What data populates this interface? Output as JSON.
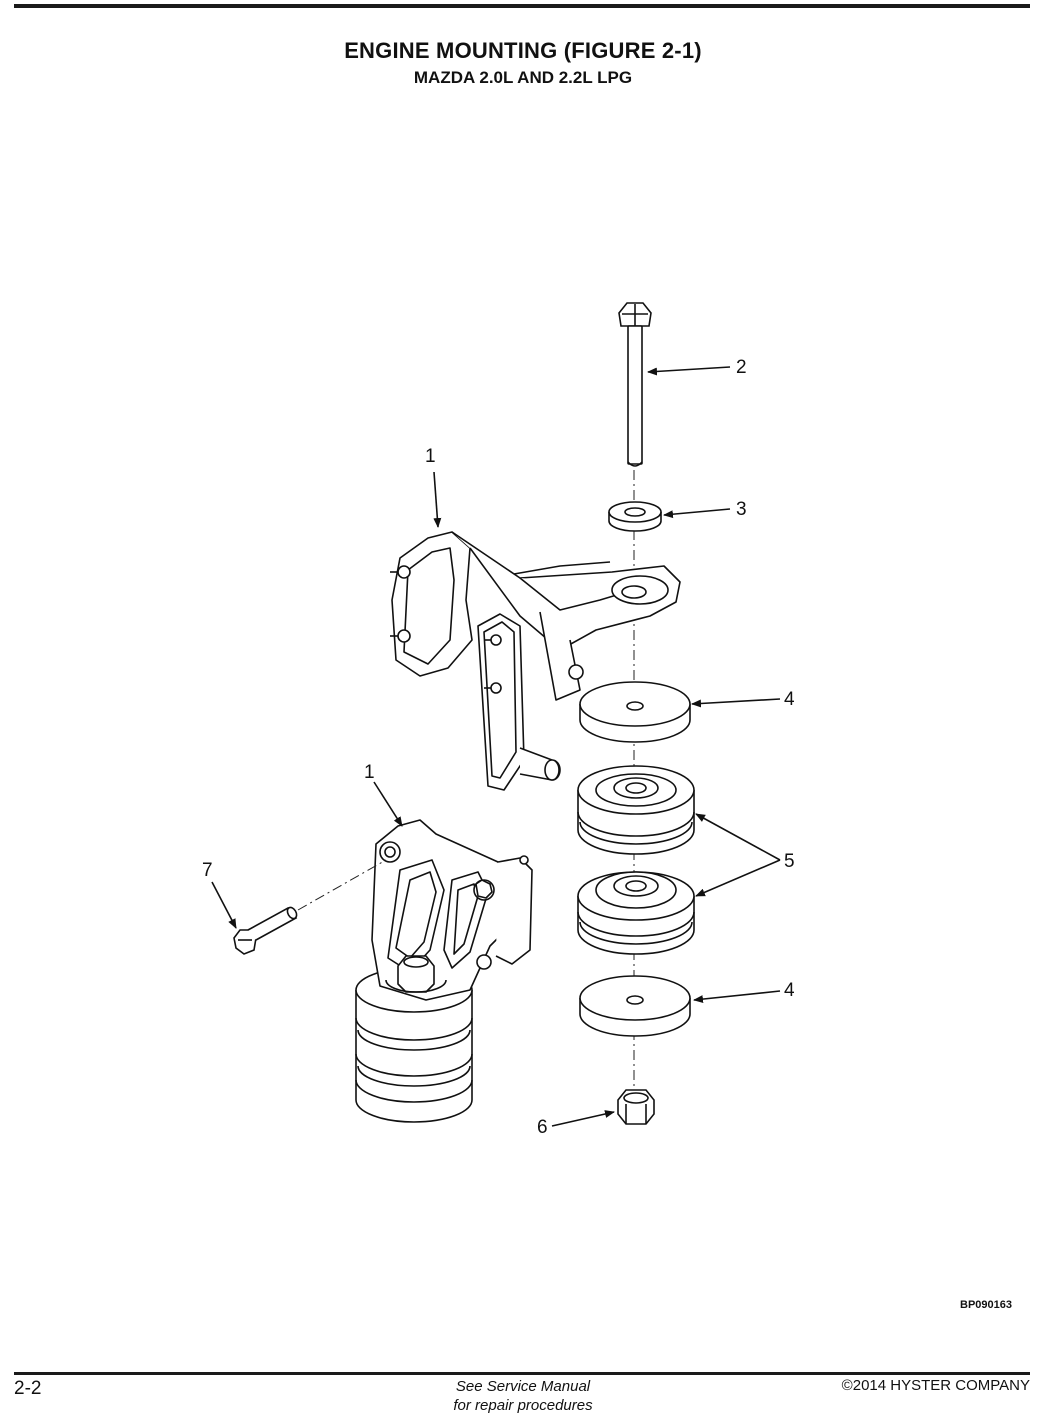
{
  "header": {
    "title": "ENGINE MOUNTING (FIGURE 2-1)",
    "subtitle": "MAZDA 2.0L AND 2.2L LPG"
  },
  "figure": {
    "callouts": {
      "c1a": "1",
      "c1b": "1",
      "c2": "2",
      "c3": "3",
      "c4a": "4",
      "c4b": "4",
      "c5": "5",
      "c6": "6",
      "c7": "7"
    },
    "code": "BP090163"
  },
  "footer": {
    "page": "2-2",
    "reference_line1": "See Service Manual",
    "reference_line2": "for repair procedures",
    "copyright": "©2014 HYSTER COMPANY"
  }
}
